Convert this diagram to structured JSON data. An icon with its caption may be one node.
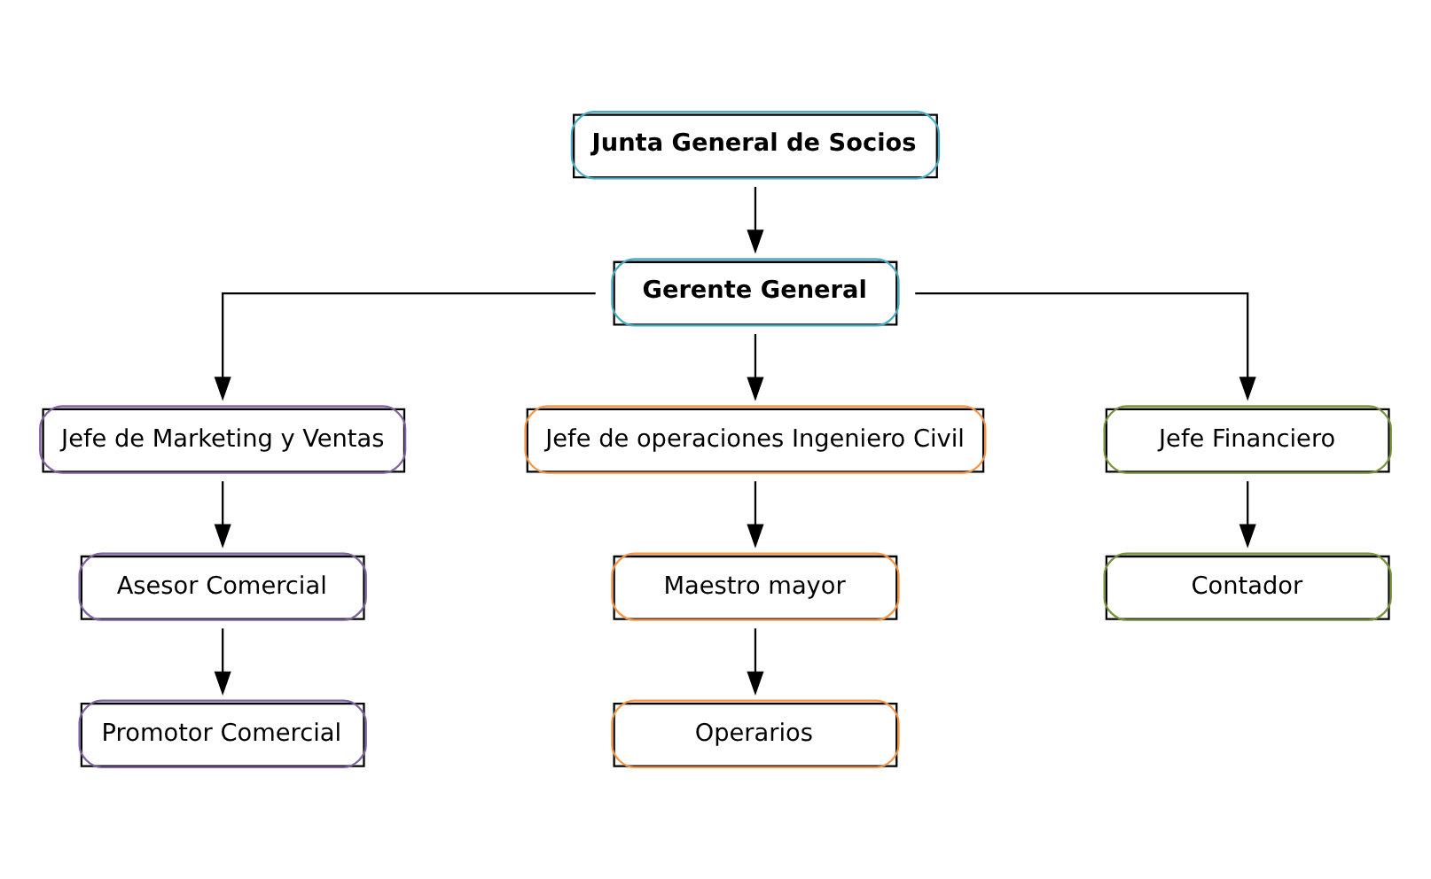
{
  "diagram": {
    "nodes": [
      {
        "text": [
          "Junta General de Socios"
        ]
      },
      {
        "text": [
          "Gerente General"
        ]
      },
      {
        "text": [
          "Jefe de Marketing y Ventas"
        ]
      },
      {
        "text": [
          "Jefe de operaciones Ingeniero Civil"
        ]
      },
      {
        "text": [
          "Jefe Financiero"
        ]
      },
      {
        "text": [
          "Asesor Comercial"
        ]
      },
      {
        "text": [
          "Maestro mayor"
        ]
      },
      {
        "text": [
          "Contador"
        ]
      },
      {
        "text": [
          "Promotor Comercial"
        ]
      },
      {
        "text": [
          "Operarios"
        ]
      }
    ],
    "edges": [
      {
        "from": 0,
        "to": 1,
        "arrow": "to"
      },
      {
        "from": 1,
        "to": 2,
        "arrow": "to"
      },
      {
        "from": 1,
        "to": 3,
        "arrow": "to"
      },
      {
        "from": 1,
        "to": 4,
        "arrow": "to"
      },
      {
        "from": 2,
        "to": 5,
        "arrow": "to"
      },
      {
        "from": 5,
        "to": 8,
        "arrow": "to"
      },
      {
        "from": 3,
        "to": 6,
        "arrow": "to"
      },
      {
        "from": 6,
        "to": 9,
        "arrow": "to"
      },
      {
        "from": 4,
        "to": 7,
        "arrow": "to"
      }
    ]
  }
}
